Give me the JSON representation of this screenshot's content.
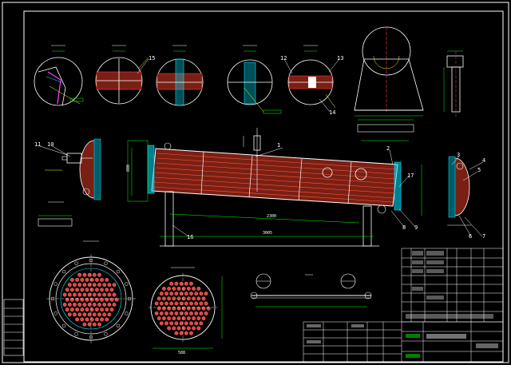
{
  "colors": {
    "background": "#000000",
    "frame": "#ffffff",
    "tube": "#ff3b3b",
    "tube_dark": "#7a1f14",
    "green": "#00ff00",
    "cyan": "#00e5ff",
    "yellow": "#ffff00",
    "magenta": "#ff44ff",
    "blue": "#3355ff"
  },
  "part_numbers": [
    "1",
    "2",
    "3",
    "4",
    "5",
    "6",
    "7",
    "8",
    "9",
    "10",
    "11",
    "12",
    "13",
    "14",
    "15",
    "16",
    "17"
  ],
  "main_view": {
    "center_length": "2300",
    "total_length": "3005",
    "diameter": "800"
  },
  "tube_sheet_view": {
    "diameter": "588"
  }
}
